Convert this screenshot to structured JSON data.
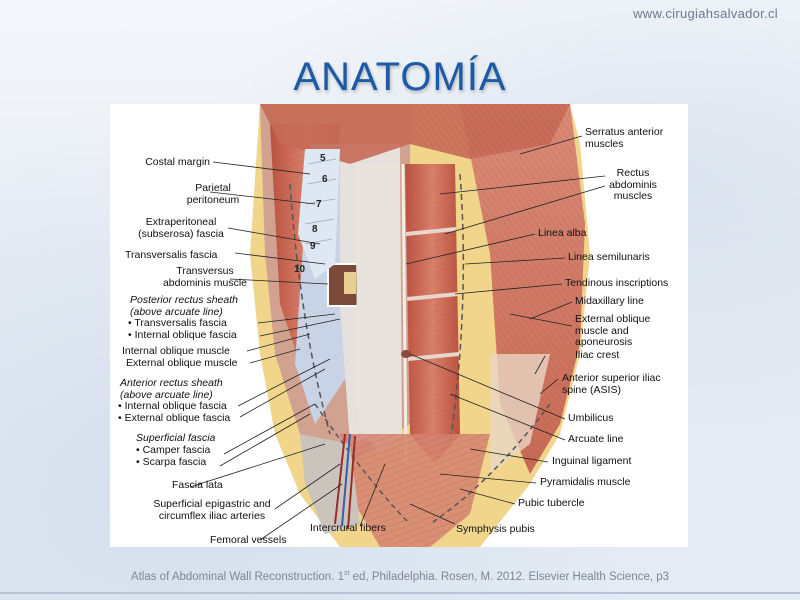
{
  "header": {
    "site_url": "www.cirugiahsalvador.cl",
    "title": "ANATOMÍA"
  },
  "figure": {
    "left_labels": {
      "costal_margin": "Costal margin",
      "parietal_peritoneum_1": "Parietal",
      "parietal_peritoneum_2": "peritoneum",
      "extraperitoneal_1": "Extraperitoneal",
      "extraperitoneal_2": "(subserosa) fascia",
      "transversalis_fascia": "Transversalis fascia",
      "transversus_1": "Transversus",
      "transversus_2": "abdominis muscle",
      "posterior_sheath_1": "Posterior rectus sheath",
      "posterior_sheath_2": "(above arcuate line)",
      "posterior_item_1": "• Transversalis fascia",
      "posterior_item_2": "• Internal oblique fascia",
      "internal_oblique_muscle": "Internal oblique muscle",
      "external_oblique_muscle": "External oblique muscle",
      "anterior_sheath_1": "Anterior rectus sheath",
      "anterior_sheath_2": "(above arcuate line)",
      "anterior_item_1": "• Internal oblique fascia",
      "anterior_item_2": "• External oblique fascia",
      "superficial_fascia": "Superficial fascia",
      "superficial_item_1": "• Camper fascia",
      "superficial_item_2": "• Scarpa fascia",
      "fascia_lata": "Fascia lata",
      "epigastric_1": "Superficial epigastric and",
      "epigastric_2": "circumflex iliac arteries",
      "femoral_vessels": "Femoral vessels"
    },
    "right_labels": {
      "serratus_1": "Serratus anterior",
      "serratus_2": "muscles",
      "rectus_1": "Rectus",
      "rectus_2": "abdominis",
      "rectus_3": "muscles",
      "linea_alba": "Linea alba",
      "linea_semilunaris": "Linea semilunaris",
      "tendinous": "Tendinous inscriptions",
      "midaxillary": "Midaxillary line",
      "ext_oblique_1": "External oblique",
      "ext_oblique_2": "muscle and",
      "ext_oblique_3": "aponeurosis",
      "iliac_crest": "Iliac crest",
      "asis_1": "Anterior superior iliac",
      "asis_2": "spine (ASIS)",
      "umbilicus": "Umbilicus",
      "arcuate_line": "Arcuate line",
      "inguinal_ligament": "Inguinal ligament",
      "pyramidalis": "Pyramidalis muscle",
      "pubic_tubercle": "Pubic tubercle",
      "symphysis": "Symphysis pubis"
    },
    "bottom_labels": {
      "intercrural": "Intercrural fibers"
    },
    "rib_numbers": [
      "5",
      "6",
      "7",
      "8",
      "9",
      "10"
    ]
  },
  "caption": {
    "text_before": "Atlas of Abdominal Wall Reconstruction. 1",
    "superscript": "st",
    "text_after": " ed, Philadelphia. Rosen, M. 2012. Elsevier Health Science, p3"
  },
  "colors": {
    "title": "#1c5aa6",
    "muscle": "#c9614d",
    "muscle_light": "#e4a28f",
    "fascia": "#e8dcc8",
    "fat_yellow": "#f1d98a"
  }
}
